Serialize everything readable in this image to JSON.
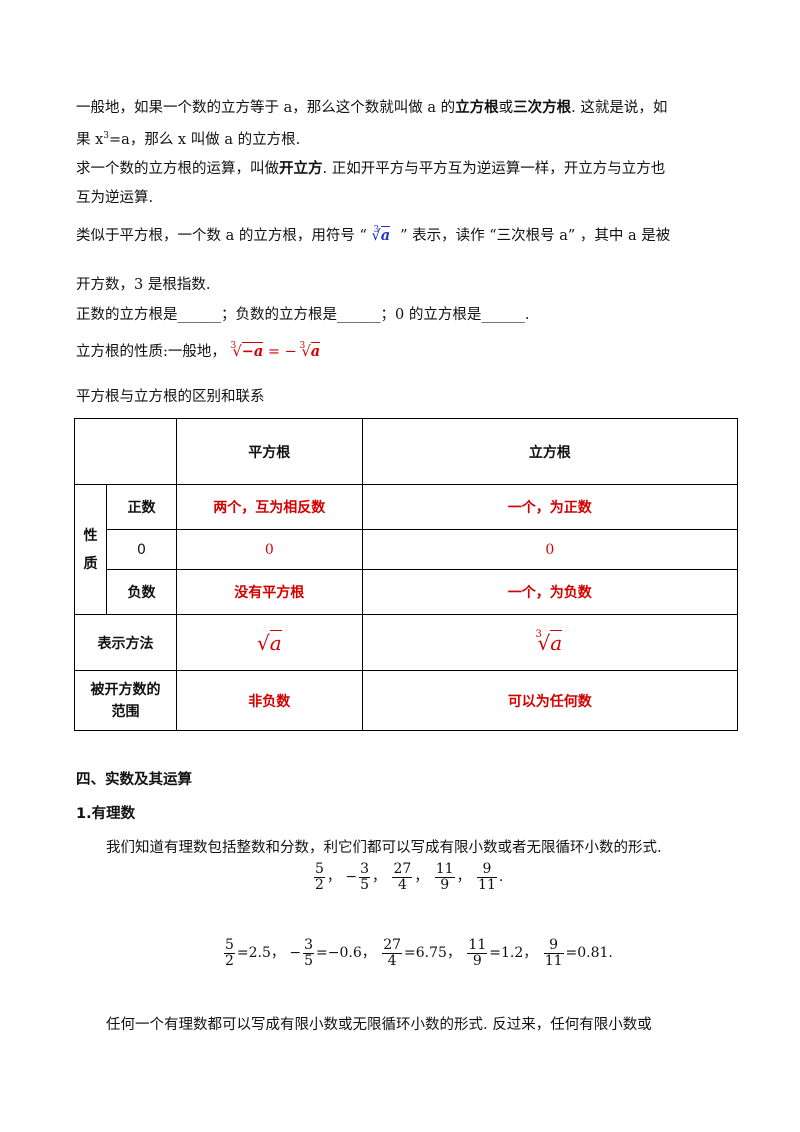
{
  "intro": {
    "l1_a": "一般地，如果一个数的立方等于 a，那么这个数就叫做 a 的",
    "l1_b": "立方根",
    "l1_c": "或",
    "l1_d": "三次方根",
    "l1_e": ". 这就是说，如",
    "l2_a": "果 x",
    "l2_sup": "3",
    "l2_b": "=a，那么 x 叫做 a 的立方根.",
    "l3_a": "求一个数的立方根的运算，叫做",
    "l3_b": "开立方",
    "l3_c": ". 正如开平方与平方互为逆运算一样，开立方与立方也",
    "l4": "互为逆运算.",
    "l5_a": "类似于平方根，一个数 a 的立方根，用符号 “",
    "l5_symbol_index": "3",
    "l5_symbol_var": "a",
    "l5_b": "” 表示，读作 “三次根号 a” ，其中 a 是被",
    "l6": "开方数，3 是根指数.",
    "l7": "正数的立方根是______；负数的立方根是______；0 的立方根是______.",
    "l8_a": "立方根的性质:一般地，",
    "l8_formula_left": "−a",
    "l8_formula_eq": "= −",
    "l8_formula_right": "a",
    "l8_index": "3",
    "l9": "平方根与立方根的区别和联系"
  },
  "table": {
    "header_col1": "平方根",
    "header_col2": "立方根",
    "nature_label": "性质",
    "rows": [
      {
        "label": "正数",
        "sq": "两个，互为相反数",
        "cb": "一个，为正数"
      },
      {
        "label": "0",
        "sq": "0",
        "cb": "0"
      },
      {
        "label": "负数",
        "sq": "没有平方根",
        "cb": "一个，为负数"
      }
    ],
    "repr_label": "表示方法",
    "repr_sq_var": "a",
    "repr_cb_var": "a",
    "repr_cb_index": "3",
    "range_label": "被开方数的范围",
    "range_sq": "非负数",
    "range_cb": "可以为任何数"
  },
  "section4": {
    "heading": "四、实数及其运算",
    "sub1": "1.有理数",
    "p1": "我们知道有理数包括整数和分数，利它们都可以写成有限小数或者无限循环小数的形式.",
    "fracs": [
      {
        "sign": "",
        "n": "5",
        "d": "2",
        "after": "，",
        "result": "=2.5，"
      },
      {
        "sign": "−",
        "n": "3",
        "d": "5",
        "after": "，",
        "result": "=−0.6，"
      },
      {
        "sign": "",
        "n": "27",
        "d": "4",
        "after": "，",
        "result": "=6.75，"
      },
      {
        "sign": "",
        "n": "11",
        "d": "9",
        "after": "，",
        "result": "=1.2，"
      },
      {
        "sign": "",
        "n": "9",
        "d": "11",
        "after": ".",
        "result": "=0.81."
      }
    ],
    "p2": "任何一个有理数都可以写成有限小数或无限循环小数的形式. 反过来，任何有限小数或"
  }
}
